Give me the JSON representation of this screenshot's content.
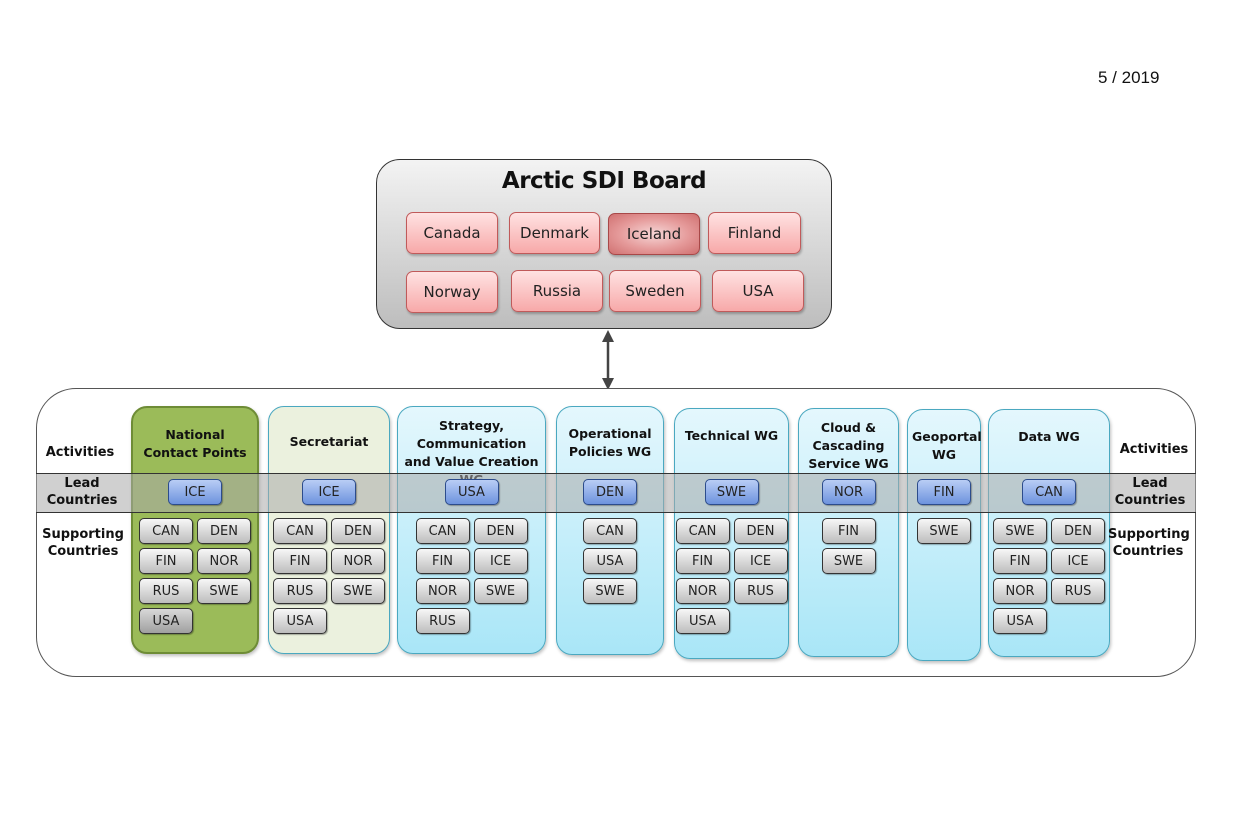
{
  "date": "5 / 2019",
  "board": {
    "title": "Arctic SDI Board",
    "members": [
      "Canada",
      "Denmark",
      "Iceland",
      "Finland",
      "Norway",
      "Russia",
      "Sweden",
      "USA"
    ],
    "highlighted_member": "Iceland"
  },
  "row_labels": {
    "left": {
      "activities": "Activities",
      "lead": "Lead Countries",
      "supporting": "Supporting Countries"
    },
    "right": {
      "activities": "Activities",
      "lead": "Lead Countries",
      "supporting": "Supporting Countries"
    }
  },
  "activities": [
    {
      "title": "National Contact Points",
      "lead": "ICE",
      "supporting": [
        "CAN",
        "DEN",
        "FIN",
        "NOR",
        "RUS",
        "SWE",
        "USA"
      ]
    },
    {
      "title": "Secretariat",
      "lead": "ICE",
      "supporting": [
        "CAN",
        "DEN",
        "FIN",
        "NOR",
        "RUS",
        "SWE",
        "USA"
      ]
    },
    {
      "title": "Strategy, Communication and Value Creation WG",
      "lead": "USA",
      "supporting": [
        "CAN",
        "DEN",
        "FIN",
        "ICE",
        "NOR",
        "SWE",
        "RUS"
      ]
    },
    {
      "title": "Operational Policies WG",
      "lead": "DEN",
      "supporting": [
        "CAN",
        "USA",
        "SWE"
      ]
    },
    {
      "title": "Technical WG",
      "lead": "SWE",
      "supporting": [
        "CAN",
        "DEN",
        "FIN",
        "ICE",
        "NOR",
        "RUS",
        "USA"
      ]
    },
    {
      "title": "Cloud & Cascading Service WG",
      "lead": "NOR",
      "supporting": [
        "FIN",
        "SWE"
      ]
    },
    {
      "title": "Geoportal WG",
      "lead": "FIN",
      "supporting": [
        "SWE"
      ]
    },
    {
      "title": "Data WG",
      "lead": "CAN",
      "supporting": [
        "SWE",
        "DEN",
        "FIN",
        "ICE",
        "NOR",
        "RUS",
        "USA"
      ]
    }
  ],
  "colors": {
    "board_member": "#f7a9a9",
    "lead_chip": "#6d93de",
    "ncp_column": "#9bbb59",
    "secretariat_column": "#ebf1de",
    "wg_column": "#a9e6f7"
  }
}
